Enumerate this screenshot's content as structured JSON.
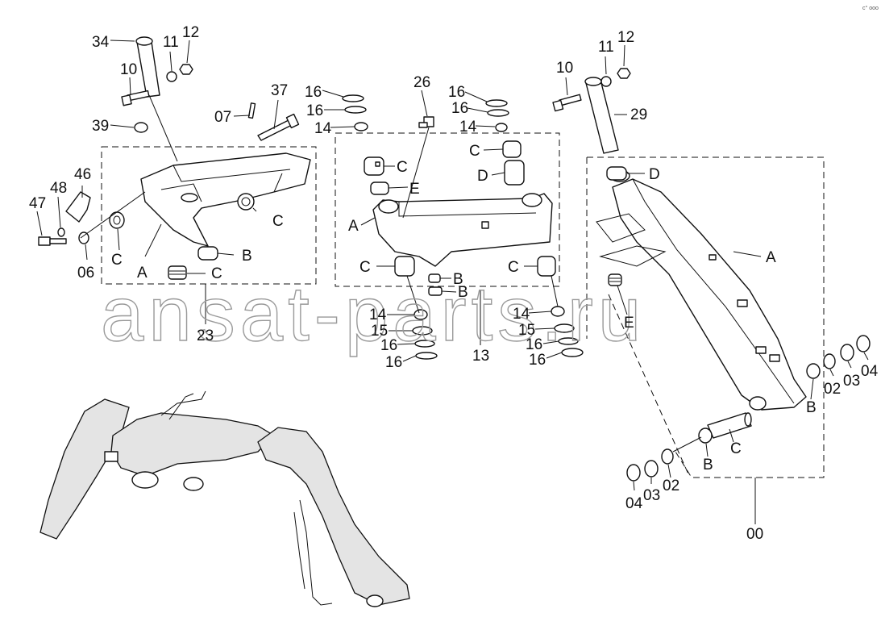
{
  "watermark": "ansat-parts.ru",
  "corner_mark": "c° ooo",
  "labels": {
    "l34": "34",
    "l11a": "11",
    "l12a": "12",
    "l10a": "10",
    "l37": "37",
    "l07": "07",
    "l39": "39",
    "l46": "46",
    "l48": "48",
    "l47": "47",
    "l06": "06",
    "lCa1": "C",
    "lCa2": "C",
    "lCa3": "C",
    "lAa": "A",
    "lBa": "B",
    "l23": "23",
    "l16a": "16",
    "l16b": "16",
    "l14a": "14",
    "l26": "26",
    "lCb1": "C",
    "lEb": "E",
    "lAb": "A",
    "l16c": "16",
    "l16d": "16",
    "l14b": "14",
    "lCb2": "C",
    "lDb": "D",
    "lCb3": "C",
    "lBb1": "B",
    "lBb2": "B",
    "lCb4": "C",
    "l14c": "14",
    "l15a": "15",
    "l16e": "16",
    "l16f": "16",
    "l13": "13",
    "l14d": "14",
    "l15b": "15",
    "l16g": "16",
    "l16h": "16",
    "l10b": "10",
    "l11b": "11",
    "l12b": "12",
    "l29": "29",
    "lDc": "D",
    "lAc": "A",
    "lEc": "E",
    "l02a": "02",
    "l03a": "03",
    "l04a": "04",
    "lBc1": "B",
    "lCc": "C",
    "lBc2": "B",
    "l04b": "04",
    "l03b": "03",
    "l02b": "02",
    "l00": "00"
  }
}
